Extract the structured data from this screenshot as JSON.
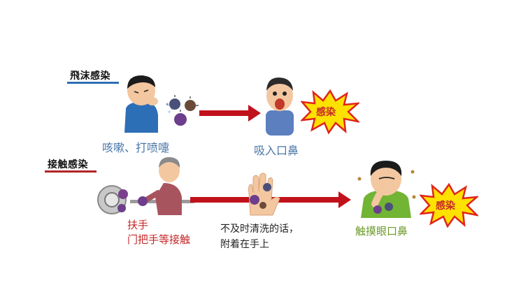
{
  "droplet": {
    "title": "飛沫感染",
    "cough_caption": "咳嗽、打喷嚏",
    "inhale_caption": "吸入口鼻",
    "burst_label": "感染"
  },
  "contact": {
    "title": "接触感染",
    "handrail_caption_line1": "扶手",
    "handrail_caption_line2": "门把手等接触",
    "hands_caption_line1": "不及时清洗的话，",
    "hands_caption_line2": "附着在手上",
    "touch_caption": "触摸眼口鼻",
    "burst_label": "感染"
  },
  "colors": {
    "droplet_underline": "#2e6fb5",
    "contact_underline": "#b32424",
    "arrow": "#c1121c",
    "burst_fill": "#ffe100",
    "burst_stroke": "#e0241b"
  },
  "icons": [
    "coughing-boy-icon",
    "virus-icon",
    "surprised-man-icon",
    "grandma-handrail-icon",
    "door-knob-icon",
    "germy-hand-icon",
    "child-touching-face-icon"
  ]
}
